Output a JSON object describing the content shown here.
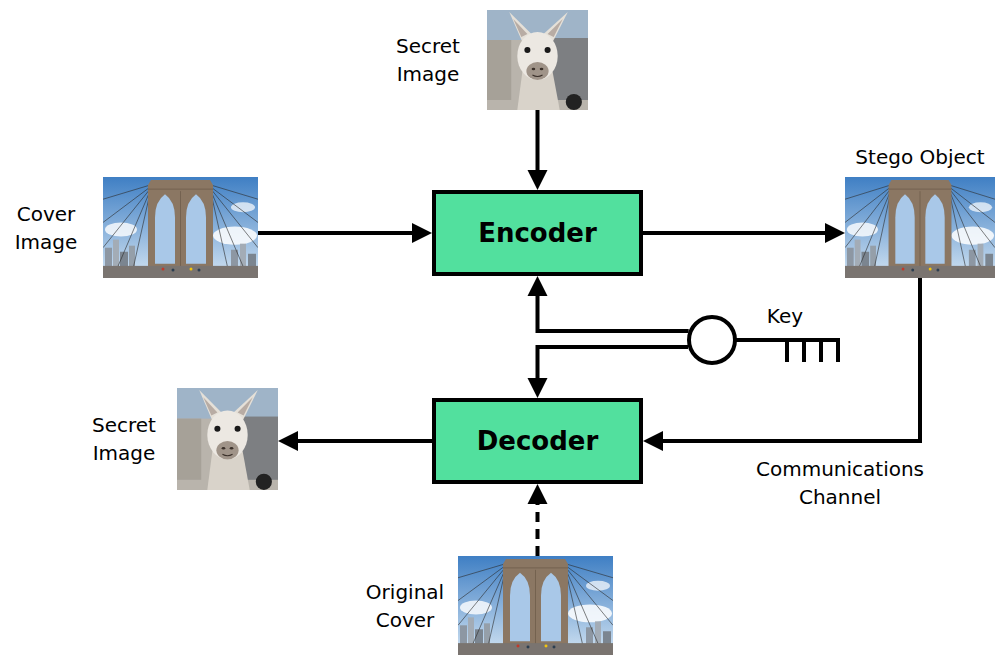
{
  "diagram": {
    "nodes": [
      {
        "text": [
          "Secret Image"
        ]
      },
      {
        "text": [
          "Cover Image"
        ]
      },
      {
        "text": [
          "Encoder"
        ]
      },
      {
        "text": [
          "Stego Object"
        ]
      },
      {
        "text": [
          "Key"
        ]
      },
      {
        "text": [
          "Secret Image"
        ]
      },
      {
        "text": [
          "Decoder"
        ]
      },
      {
        "text": [
          "Original Cover"
        ]
      }
    ],
    "edges": [
      {
        "from": 0,
        "to": 2,
        "arrow": "to"
      },
      {
        "from": 1,
        "to": 2,
        "arrow": "to"
      },
      {
        "from": 2,
        "to": 3,
        "arrow": "to"
      },
      {
        "from": 4,
        "to": 2,
        "arrow": "to"
      },
      {
        "from": 4,
        "to": 6,
        "arrow": "to"
      },
      {
        "from": 3,
        "to": 6,
        "arrow": "to",
        "label": "Communications Channel"
      },
      {
        "from": 6,
        "to": 5,
        "arrow": "to"
      },
      {
        "from": 7,
        "to": 6,
        "arrow": "to"
      }
    ]
  }
}
